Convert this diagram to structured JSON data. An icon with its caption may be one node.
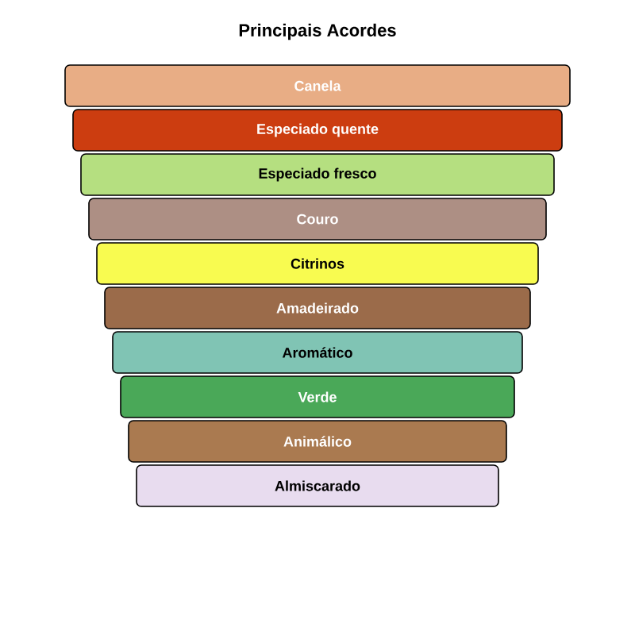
{
  "diagram": {
    "title": "Principais Acordes",
    "nodes": [
      {
        "text": [
          "Canela"
        ]
      },
      {
        "text": [
          "Especiado quente"
        ]
      },
      {
        "text": [
          "Especiado fresco"
        ]
      },
      {
        "text": [
          "Couro"
        ]
      },
      {
        "text": [
          "Citrinos"
        ]
      },
      {
        "text": [
          "Amadeirado"
        ]
      },
      {
        "text": [
          "Aromático"
        ]
      },
      {
        "text": [
          "Verde"
        ]
      },
      {
        "text": [
          "Animálico"
        ]
      },
      {
        "text": [
          "Almiscarado"
        ]
      }
    ]
  }
}
